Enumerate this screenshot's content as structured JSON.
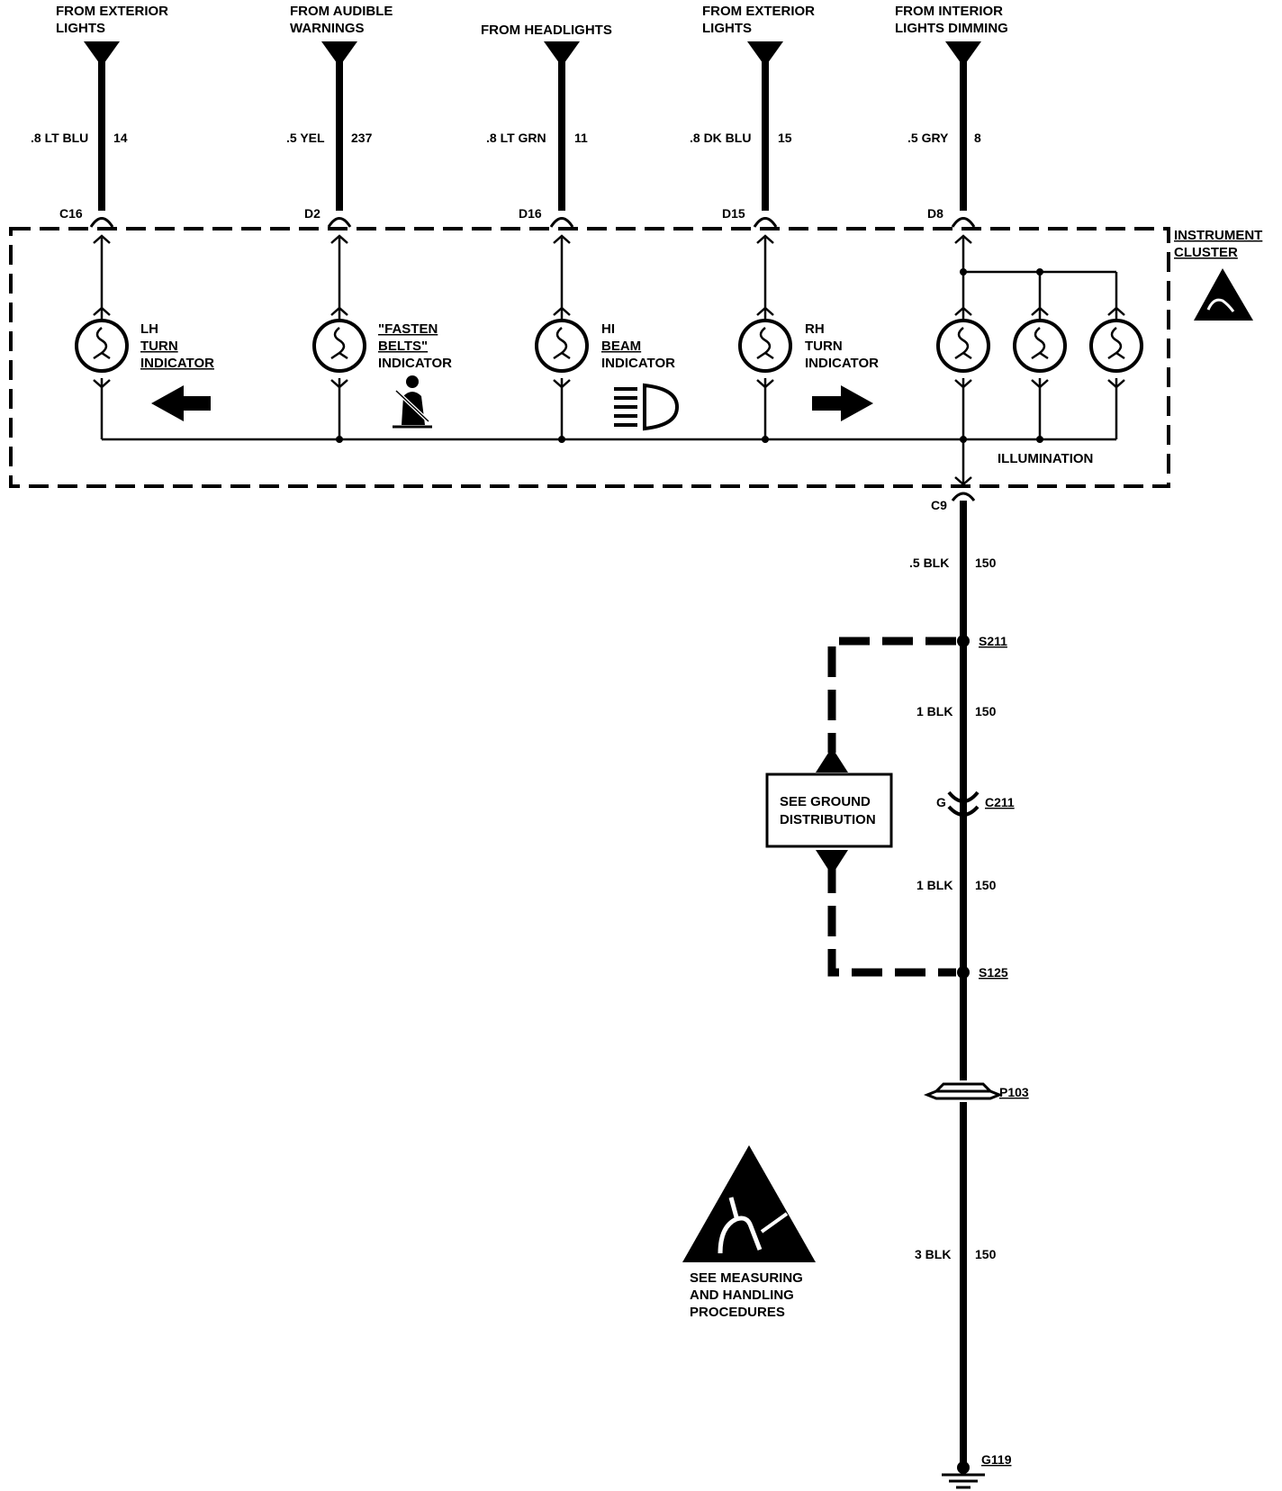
{
  "sources": [
    {
      "line1": "FROM EXTERIOR",
      "line2": "LIGHTS",
      "wire_size_color": ".8 LT BLU",
      "circuit": "14",
      "connector": "C16"
    },
    {
      "line1": "FROM AUDIBLE",
      "line2": "WARNINGS",
      "wire_size_color": ".5 YEL",
      "circuit": "237",
      "connector": "D2"
    },
    {
      "line1": "",
      "line2": "FROM HEADLIGHTS",
      "wire_size_color": ".8 LT GRN",
      "circuit": "11",
      "connector": "D16"
    },
    {
      "line1": "FROM EXTERIOR",
      "line2": "LIGHTS",
      "wire_size_color": ".8 DK BLU",
      "circuit": "15",
      "connector": "D15"
    },
    {
      "line1": "FROM INTERIOR",
      "line2": "LIGHTS DIMMING",
      "wire_size_color": ".5 GRY",
      "circuit": "8",
      "connector": "D8"
    }
  ],
  "cluster": {
    "title_line1": "INSTRUMENT",
    "title_line2": "CLUSTER",
    "illumination_label": "ILLUMINATION",
    "indicators": [
      {
        "lines": [
          "LH",
          "TURN",
          "INDICATOR"
        ],
        "icon": "left-arrow-icon"
      },
      {
        "lines": [
          "\"FASTEN",
          "BELTS\"",
          "INDICATOR"
        ],
        "icon": "seatbelt-icon"
      },
      {
        "lines": [
          "HI",
          "BEAM",
          "INDICATOR"
        ],
        "icon": "high-beam-icon"
      },
      {
        "lines": [
          "RH",
          "TURN",
          "INDICATOR"
        ],
        "icon": "right-arrow-icon"
      }
    ]
  },
  "ground_path": {
    "connector_out": "C9",
    "segments": [
      {
        "wire_size_color": ".5 BLK",
        "circuit": "150"
      },
      {
        "wire_size_color": "1 BLK",
        "circuit": "150"
      },
      {
        "wire_size_color": "1 BLK",
        "circuit": "150"
      },
      {
        "wire_size_color": "3 BLK",
        "circuit": "150"
      }
    ],
    "splice_top": "S211",
    "splice_bottom": "S125",
    "connector_mid_pin": "G",
    "connector_mid": "C211",
    "passthrough": "P103",
    "ground": "G119"
  },
  "ground_distribution_box": {
    "line1": "SEE GROUND",
    "line2": "DISTRIBUTION"
  },
  "esd_note": {
    "line1": "SEE MEASURING",
    "line2": "AND HANDLING",
    "line3": "PROCEDURES"
  }
}
